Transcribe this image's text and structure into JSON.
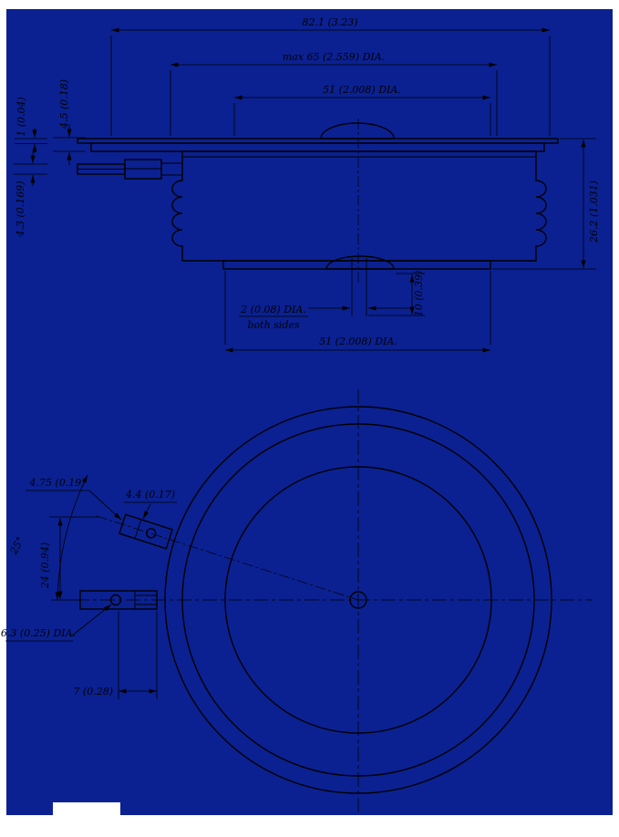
{
  "canvas": {
    "background": "#0b2191",
    "margin": "#ffffff",
    "line_color": "#000000"
  },
  "side_view": {
    "dims": {
      "overall_width": "82.1 (3.23)",
      "max_dia": "max 65 (2.559) DIA.",
      "pole_dia": "51 (2.008) DIA.",
      "plate_thickness": "4.5 (0.18)",
      "lip_thickness": "1 (0.04)",
      "lead_thickness": "4.3 (0.169)",
      "overall_height": "26.2 (1.031)",
      "gate_hole_dia": "2 (0.08) DIA.",
      "gate_hole_note": "both sides",
      "gate_hole_depth": "10 (0.39)",
      "face_dia": "51 (2.008) DIA."
    }
  },
  "bottom_view": {
    "dims": {
      "lead_width": "4.75 (0.19)",
      "lead_end_width": "4.4 (0.17)",
      "lead_angle": "25°",
      "lead_offset": "24 (0.94)",
      "terminal_hole_dia": "6.3 (0.25) DIA.",
      "lead_end_length": "7 (0.28)"
    }
  }
}
